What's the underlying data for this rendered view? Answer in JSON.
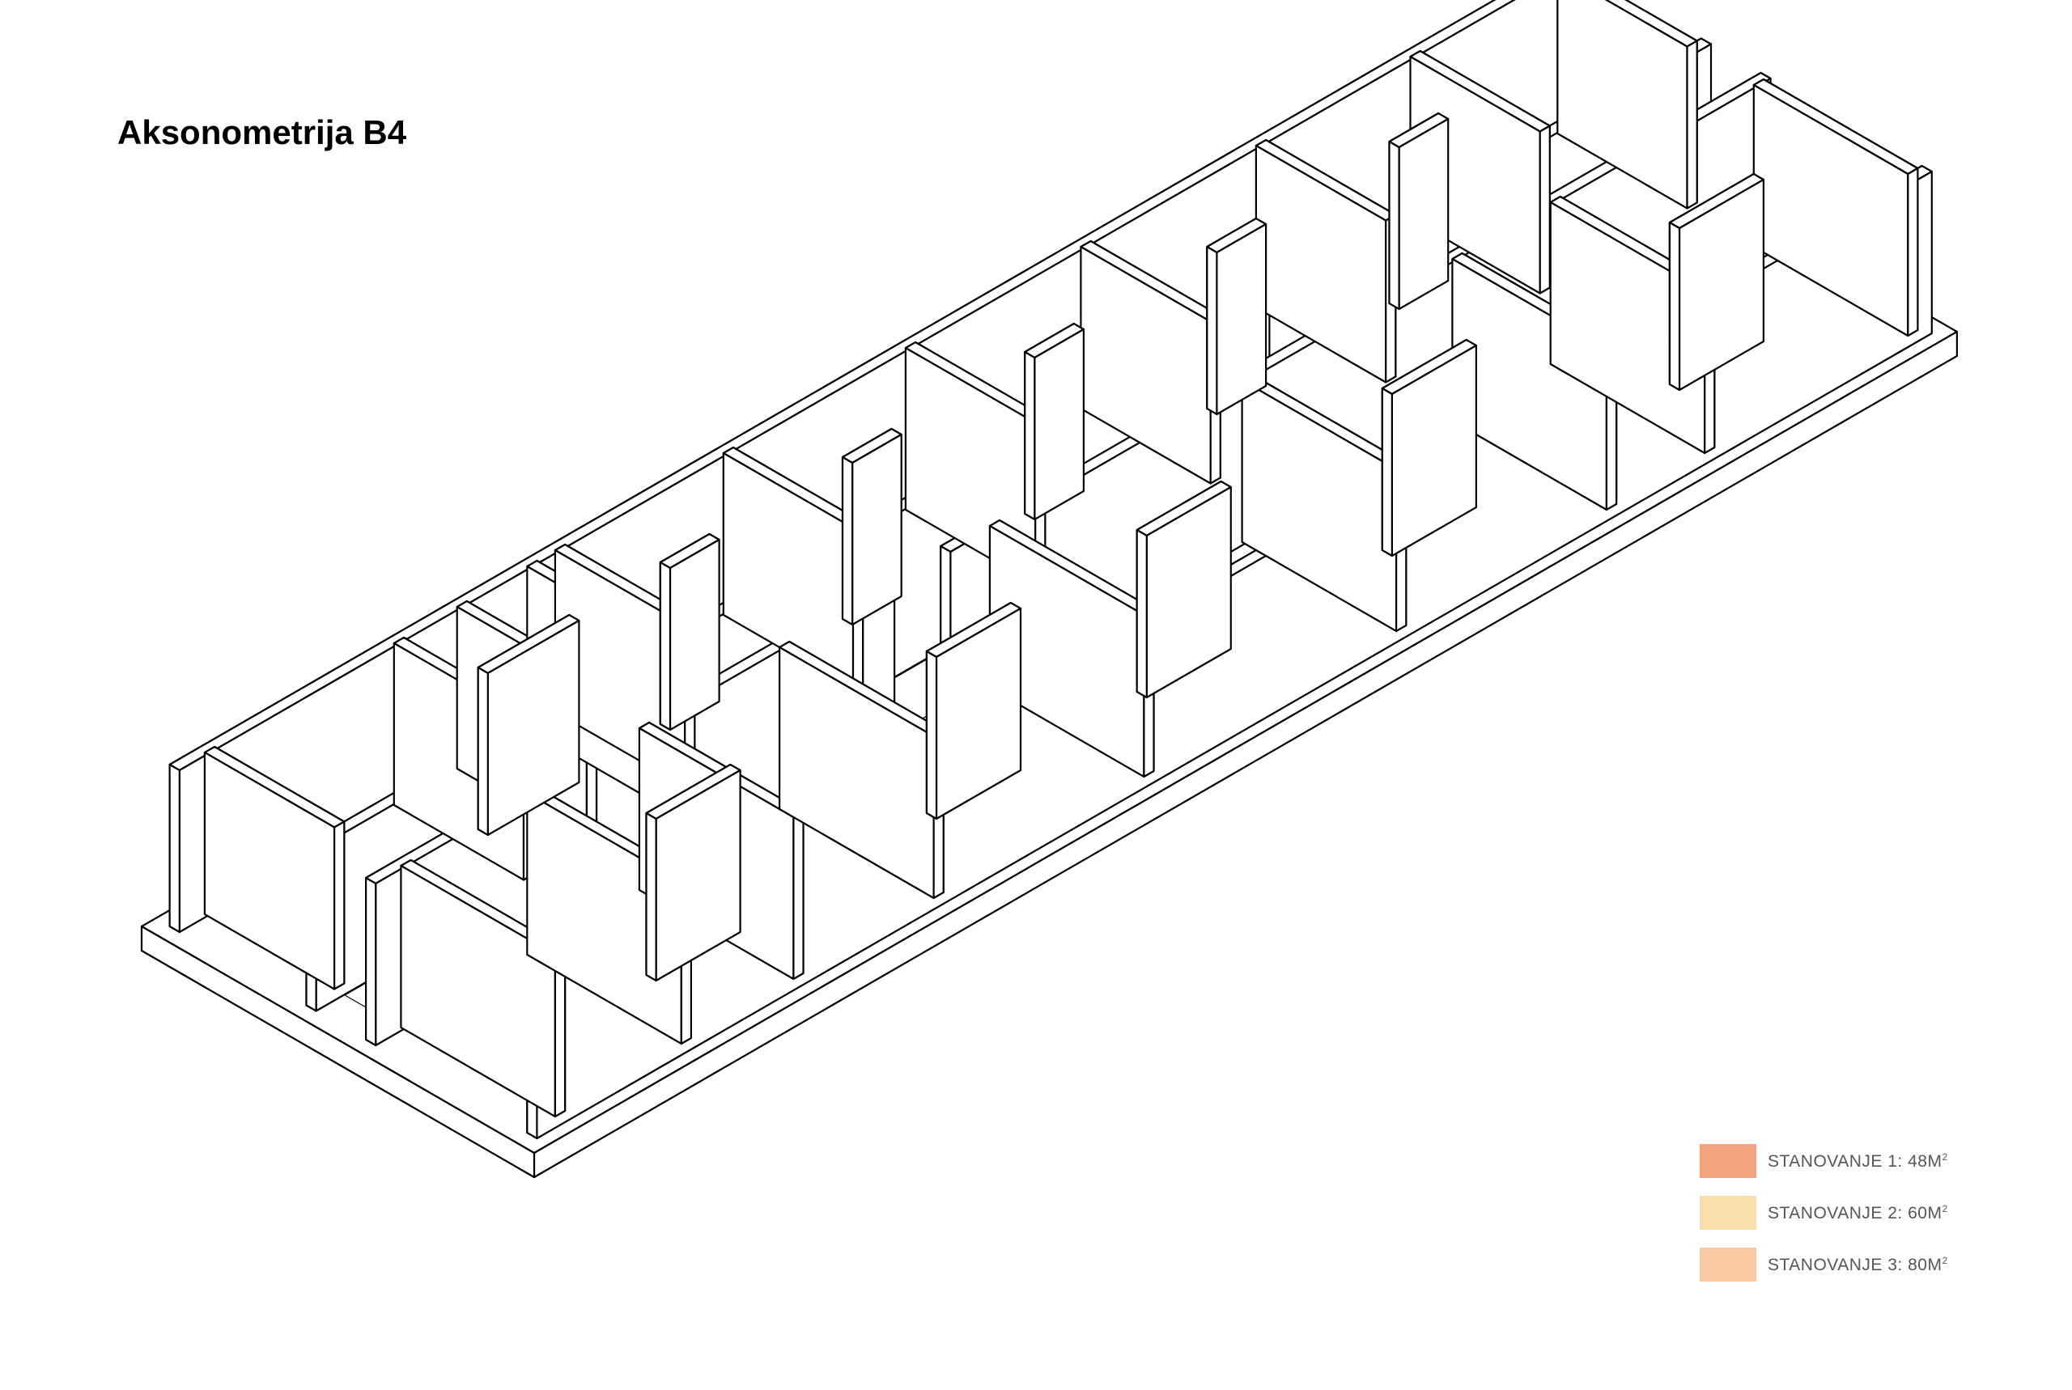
{
  "title": "Aksonometrija B4",
  "colors": {
    "stanovanje_1": "#f2a47e",
    "stanovanje_2": "#f7deaa",
    "stanovanje_3": "#f8c9a2",
    "wall_fill": "#ffffff",
    "wall_stroke": "#000000"
  },
  "legend": [
    {
      "label": "STANOVANJE 1: 48M",
      "sup": "2",
      "color_key": "stanovanje_1"
    },
    {
      "label": "STANOVANJE 2: 60M",
      "sup": "2",
      "color_key": "stanovanje_2"
    },
    {
      "label": "STANOVANJE 3: 80M",
      "sup": "2",
      "color_key": "stanovanje_3"
    }
  ]
}
